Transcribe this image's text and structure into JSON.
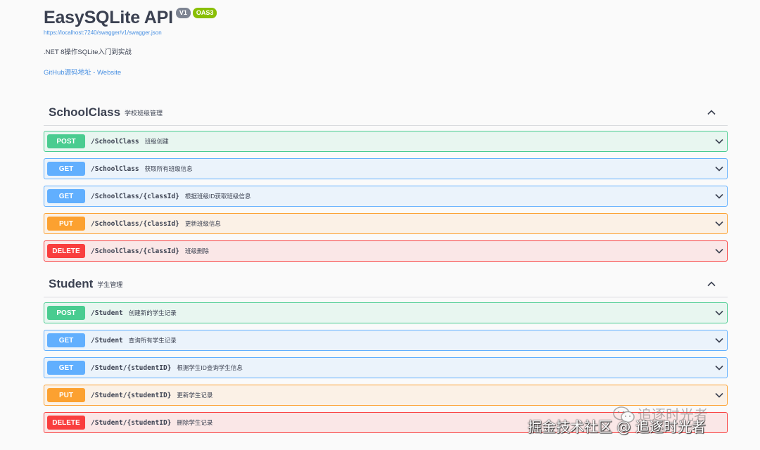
{
  "info": {
    "title": "EasySQLite API",
    "version_badge": "V1",
    "oas_badge": "OAS3",
    "spec_url": "https://localhost:7240/swagger/v1/swagger.json",
    "description": ".NET 8操作SQLite入门到实战",
    "links_text": "GitHub源码地址 - Website"
  },
  "sections": [
    {
      "name": "SchoolClass",
      "description": "学校班级管理",
      "operations": [
        {
          "method": "POST",
          "path": "/SchoolClass",
          "summary": "班级创建"
        },
        {
          "method": "GET",
          "path": "/SchoolClass",
          "summary": "获取所有班级信息"
        },
        {
          "method": "GET",
          "path": "/SchoolClass/{classId}",
          "summary": "根据班级ID获取班级信息"
        },
        {
          "method": "PUT",
          "path": "/SchoolClass/{classId}",
          "summary": "更新班级信息"
        },
        {
          "method": "DELETE",
          "path": "/SchoolClass/{classId}",
          "summary": "班级删除"
        }
      ]
    },
    {
      "name": "Student",
      "description": "学生管理",
      "operations": [
        {
          "method": "POST",
          "path": "/Student",
          "summary": "创建新的学生记录"
        },
        {
          "method": "GET",
          "path": "/Student",
          "summary": "查询所有学生记录"
        },
        {
          "method": "GET",
          "path": "/Student/{studentID}",
          "summary": "根据学生ID查询学生信息"
        },
        {
          "method": "PUT",
          "path": "/Student/{studentID}",
          "summary": "更新学生记录"
        },
        {
          "method": "DELETE",
          "path": "/Student/{studentID}",
          "summary": "删除学生记录"
        }
      ]
    }
  ],
  "watermark": {
    "top_text": "追逐时光者",
    "main_text": "掘金技术社区 @ 追逐时光者",
    "icon": "wechat-icon"
  },
  "colors": {
    "post": "#49cc90",
    "get": "#61affe",
    "put": "#fca130",
    "delete": "#f93e3e",
    "link": "#4990e2"
  }
}
